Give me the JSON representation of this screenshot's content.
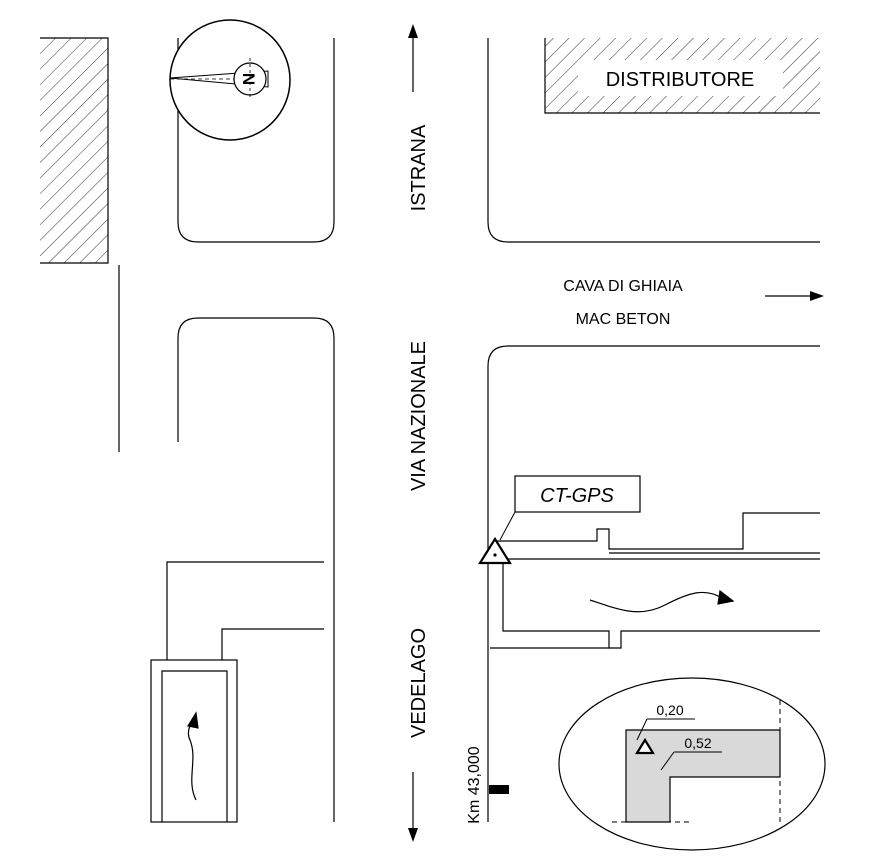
{
  "map": {
    "labels": {
      "distributore": "DISTRIBUTORE",
      "istrana": "ISTRANA",
      "via_nazionale": "VIA NAZIONALE",
      "vedelago": "VEDELAGO",
      "cava_line1": "CAVA DI GHIAIA",
      "cava_line2": "MAC BETON",
      "station": "CT-GPS",
      "km_marker": "Km 43,000",
      "north": "N"
    },
    "detail": {
      "dim_top": "0,20",
      "dim_side": "0,52"
    },
    "colors": {
      "line": "#000000",
      "detail_fill": "#d9d9d9",
      "background": "#ffffff"
    }
  }
}
